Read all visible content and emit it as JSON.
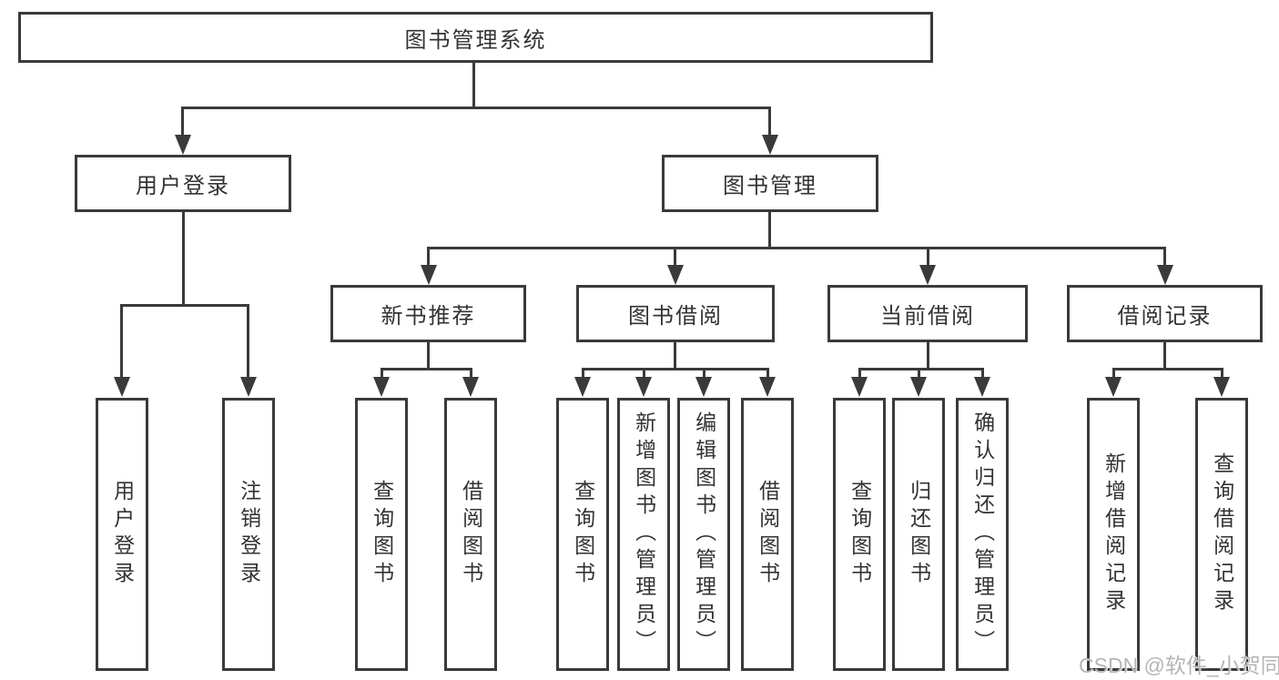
{
  "nodes": {
    "root": "图书管理系统",
    "level2": [
      "用户登录",
      "图书管理"
    ],
    "level3": [
      "新书推荐",
      "图书借阅",
      "当前借阅",
      "借阅记录"
    ],
    "leaves": {
      "user": [
        "用户登录",
        "注销登录"
      ],
      "recommend": [
        "查询图书",
        "借阅图书"
      ],
      "borrow": [
        "查询图书",
        "新增图书（管理员）",
        "编辑图书（管理员）",
        "借阅图书"
      ],
      "current": [
        "查询图书",
        "归还图书",
        "确认归还（管理员）"
      ],
      "record": [
        "新增借阅记录",
        "查询借阅记录"
      ]
    }
  },
  "watermark": "CSDN @软件_小贺同学",
  "colors": {
    "line": "#3a3a3a",
    "text": "#333333",
    "watermark": "#b5b5b5",
    "background": "#ffffff"
  }
}
